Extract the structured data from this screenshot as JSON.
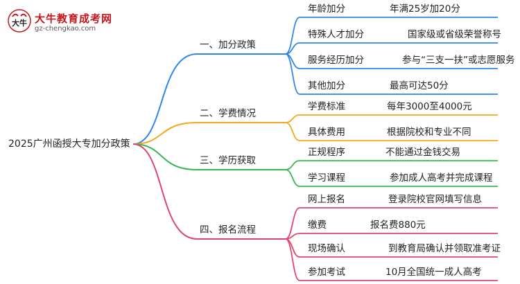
{
  "logo": {
    "title": "大牛教育成考网",
    "subtitle": "gz-chengkao.com",
    "mark_text": "大牛"
  },
  "mindmap": {
    "root": "2025广州函授大专加分政策",
    "branches": [
      {
        "label": "一、加分政策",
        "color": "#2f86e8",
        "items": [
          {
            "label": "年龄加分",
            "value": "年满25岁加20分"
          },
          {
            "label": "特殊人才加分",
            "value": "国家级或省级荣誉称号"
          },
          {
            "label": "服务经历加分",
            "value": "参与“三支一扶”或志愿服务"
          },
          {
            "label": "其他加分",
            "value": "最高可达50分"
          }
        ]
      },
      {
        "label": "二、学费情况",
        "color": "#f3a81d",
        "items": [
          {
            "label": "学费标准",
            "value": "每年3000至4000元"
          },
          {
            "label": "具体费用",
            "value": "根据院校和专业不同"
          }
        ]
      },
      {
        "label": "三、学历获取",
        "color": "#35b84a",
        "items": [
          {
            "label": "正规程序",
            "value": "不能通过金钱交易"
          },
          {
            "label": "学习课程",
            "value": "参加成人高考并完成课程"
          }
        ]
      },
      {
        "label": "四、报名流程",
        "color": "#e0456f",
        "items": [
          {
            "label": "网上报名",
            "value": "登录院校官网填写信息"
          },
          {
            "label": "缴费",
            "value": "报名费880元"
          },
          {
            "label": "现场确认",
            "value": "到教育局确认并领取准考证"
          },
          {
            "label": "参加考试",
            "value": "10月全国统一成人高考"
          }
        ]
      }
    ]
  }
}
